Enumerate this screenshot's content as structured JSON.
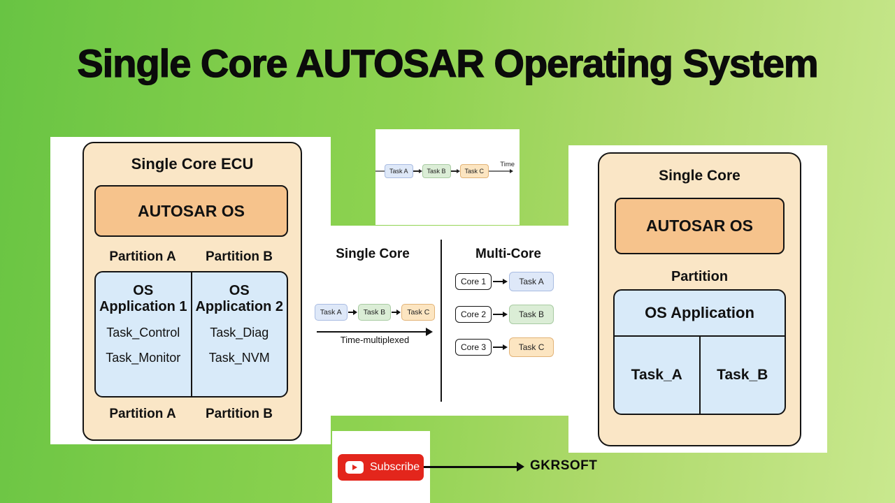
{
  "title": "Single Core AUTOSAR Operating System",
  "left_panel": {
    "title": "Single Core ECU",
    "os_box": "AUTOSAR OS",
    "partition_top": [
      "Partition A",
      "Partition B"
    ],
    "apps": [
      {
        "name_line1": "OS",
        "name_line2": "Application 1",
        "tasks": [
          "Task_Control",
          "Task_Monitor"
        ]
      },
      {
        "name_line1": "OS",
        "name_line2": "Application 2",
        "tasks": [
          "Task_Diag",
          "Task_NVM"
        ]
      }
    ],
    "partition_bottom": [
      "Partition A",
      "Partition B"
    ]
  },
  "timeline_panel": {
    "tasks": [
      "Task A",
      "Task B",
      "Task C"
    ],
    "time_label": "Time"
  },
  "comparison_panel": {
    "single_core": {
      "title": "Single Core",
      "tasks": [
        "Task A",
        "Task B",
        "Task C"
      ],
      "caption": "Time-multiplexed"
    },
    "multi_core": {
      "title": "Multi-Core",
      "rows": [
        {
          "core": "Core 1",
          "task": "Task A"
        },
        {
          "core": "Core 2",
          "task": "Task B"
        },
        {
          "core": "Core 3",
          "task": "Task C"
        }
      ]
    }
  },
  "right_panel": {
    "title": "Single Core",
    "os_box": "AUTOSAR OS",
    "partition_label": "Partition",
    "app_box": "OS Application",
    "tasks": [
      "Task_A",
      "Task_B"
    ]
  },
  "footer": {
    "subscribe_label": "Subscribe",
    "channel_name": "GKRSOFT"
  },
  "colors": {
    "background_left": "#68C443",
    "background_right": "#C9E88E",
    "panel_cream": "#FAE6C6",
    "accent_orange": "#F6C38C",
    "accent_blue": "#D8EAF9",
    "chip_task_a": "#DEE8F8",
    "chip_task_b": "#DBEDD6",
    "chip_task_c": "#FCE5C1",
    "subscribe_red": "#E3261C",
    "title_text": "#0B0B0B"
  }
}
